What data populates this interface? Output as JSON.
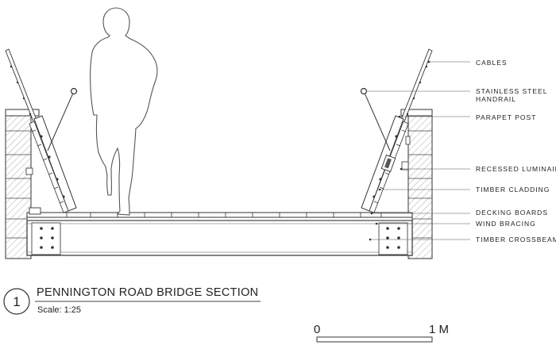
{
  "callouts": [
    "CABLES",
    "STAINLESS STEEL",
    "HANDRAIL",
    "PARAPET POST",
    "RECESSED LUMINAIRE",
    "TIMBER CLADDING",
    "DECKING BOARDS",
    "WIND BRACING",
    "TIMBER CROSSBEAM"
  ],
  "title_block": {
    "number": "1",
    "title": "PENNINGTON ROAD BRIDGE SECTION",
    "scale": "Scale: 1:25"
  },
  "scale_bar": {
    "start_label": "0",
    "end_label": "1 M"
  }
}
